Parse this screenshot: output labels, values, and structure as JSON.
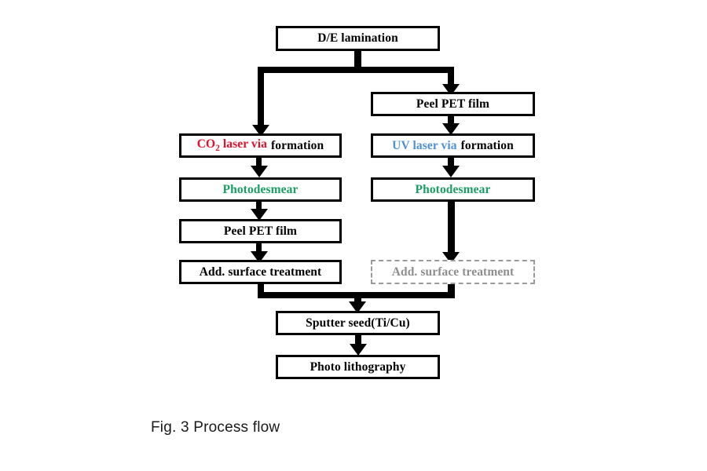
{
  "figure": {
    "caption": "Fig. 3 Process flow",
    "colors": {
      "line": "#000000",
      "box_border": "#000000",
      "dashed_border": "#9a9a9a",
      "red": "#E3112B",
      "blue": "#4C90D6",
      "green": "#1A9E63",
      "grey": "#8e8e8e",
      "background": "#ffffff"
    }
  },
  "nodes": {
    "de_lamination": {
      "label": "D/E lamination"
    },
    "peel_pet_right": {
      "label": "Peel PET film"
    },
    "co2_laser": {
      "label": "CO2 laser via formation",
      "part_colored": "CO",
      "part_sub": "2",
      "part_colored_rest": " laser via",
      "part_black": "formation"
    },
    "uv_laser": {
      "label": "UV laser via formation",
      "part_colored": "UV  laser via",
      "part_black": "formation"
    },
    "photodesmear_left": {
      "label": "Photodesmear"
    },
    "photodesmear_right": {
      "label": "Photodesmear"
    },
    "peel_pet_left": {
      "label": "Peel PET film"
    },
    "add_surface_left": {
      "label": "Add.  surface treatment"
    },
    "add_surface_right": {
      "label": "Add.  surface treatment"
    },
    "sputter_seed": {
      "label": "Sputter seed(Ti/Cu)"
    },
    "photo_litho": {
      "label": "Photo lithography"
    }
  }
}
